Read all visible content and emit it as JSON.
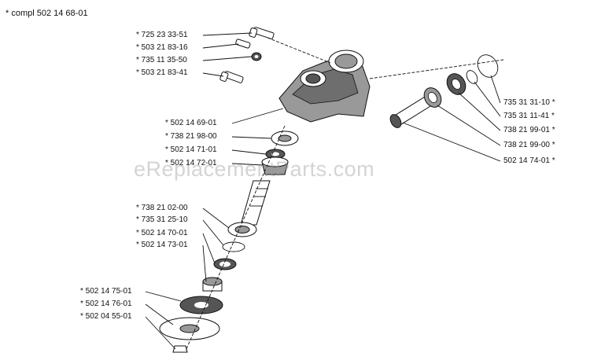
{
  "title": "* compl 502 14 68-01",
  "watermark": "eReplacementParts.com",
  "colors": {
    "ink": "#111111",
    "background": "#ffffff",
    "housing_shade": "#6e6e6e",
    "watermark": "#a0a0a0"
  },
  "callouts": [
    {
      "id": "c1",
      "text": "* 725 23 33-51"
    },
    {
      "id": "c2",
      "text": "* 503 21 83-16"
    },
    {
      "id": "c3",
      "text": "* 735 11 35-50"
    },
    {
      "id": "c4",
      "text": "* 503 21 83-41"
    },
    {
      "id": "c5",
      "text": "* 502 14 69-01"
    },
    {
      "id": "c6",
      "text": "* 738 21 98-00"
    },
    {
      "id": "c7",
      "text": "* 502 14 71-01"
    },
    {
      "id": "c8",
      "text": "* 502 14 72-01"
    },
    {
      "id": "c9",
      "text": "* 738 21 02-00"
    },
    {
      "id": "c10",
      "text": "* 735 31 25-10"
    },
    {
      "id": "c11",
      "text": "* 502 14 70-01"
    },
    {
      "id": "c12",
      "text": "* 502 14 73-01"
    },
    {
      "id": "c13",
      "text": "* 502 14 75-01"
    },
    {
      "id": "c14",
      "text": "* 502 14 76-01"
    },
    {
      "id": "c15",
      "text": "* 502 04 55-01"
    },
    {
      "id": "c16",
      "text": "735 31 31-10 *"
    },
    {
      "id": "c17",
      "text": "735 31 11-41 *"
    },
    {
      "id": "c18",
      "text": "738 21 99-01 *"
    },
    {
      "id": "c19",
      "text": "738 21 99-00 *"
    },
    {
      "id": "c20",
      "text": "502 14 74-01 *"
    }
  ]
}
